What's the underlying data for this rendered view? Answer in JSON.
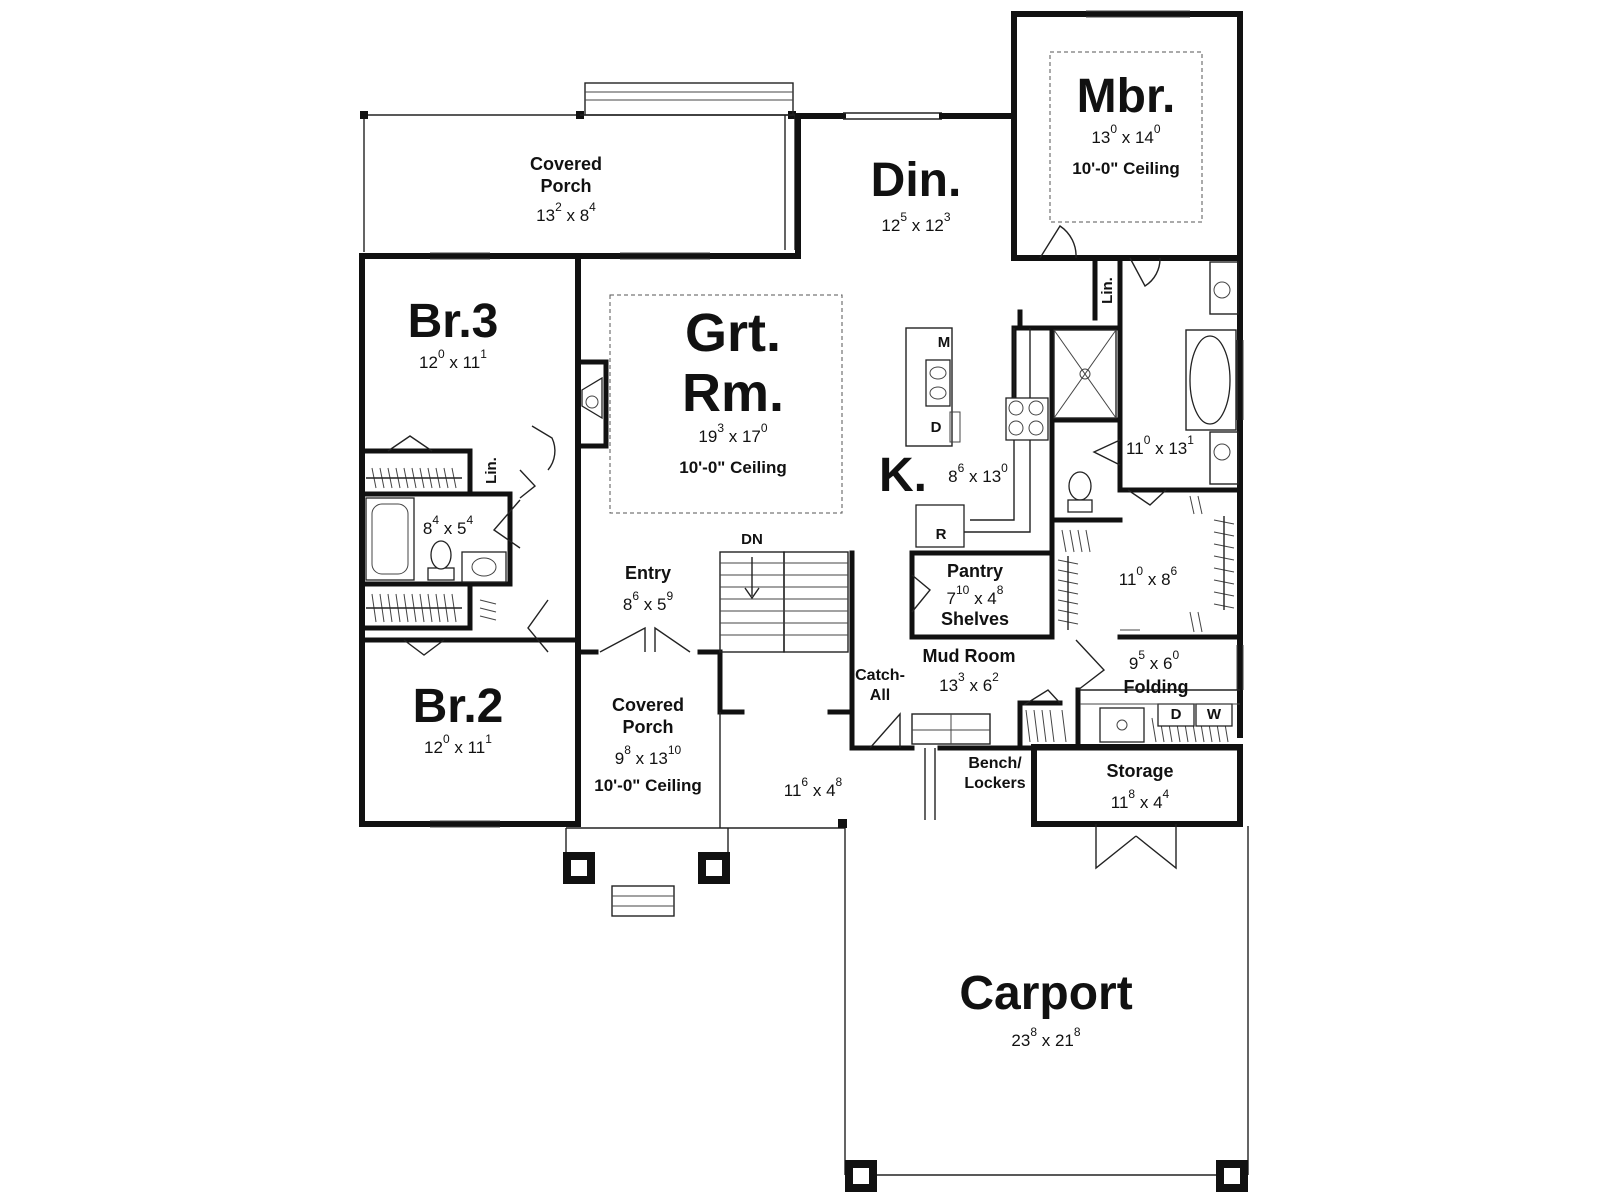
{
  "rooms": {
    "covered_porch_rear": {
      "name_line1": "Covered",
      "name_line2": "Porch",
      "w": "13",
      "w_in": "2",
      "d": "8",
      "d_in": "4"
    },
    "din": {
      "name": "Din.",
      "w": "12",
      "w_in": "5",
      "d": "12",
      "d_in": "3"
    },
    "mbr": {
      "name": "Mbr.",
      "w": "13",
      "w_in": "0",
      "d": "14",
      "d_in": "0",
      "ceiling": "10'-0\" Ceiling"
    },
    "br3": {
      "name": "Br.3",
      "w": "12",
      "w_in": "0",
      "d": "11",
      "d_in": "1"
    },
    "grt_rm": {
      "name_line1": "Grt.",
      "name_line2": "Rm.",
      "w": "19",
      "w_in": "3",
      "d": "17",
      "d_in": "0",
      "ceiling": "10'-0\" Ceiling"
    },
    "kitchen": {
      "name": "K.",
      "w": "8",
      "w_in": "6",
      "d": "13",
      "d_in": "0"
    },
    "master_bath": {
      "w": "11",
      "w_in": "0",
      "d": "13",
      "d_in": "1"
    },
    "hall_bath": {
      "w": "8",
      "w_in": "4",
      "d": "5",
      "d_in": "4"
    },
    "walk_in_closet": {
      "w": "11",
      "w_in": "0",
      "d": "8",
      "d_in": "6"
    },
    "pantry": {
      "name": "Pantry",
      "w": "7",
      "w_in": "10",
      "d": "4",
      "d_in": "8",
      "note": "Shelves"
    },
    "entry": {
      "name": "Entry",
      "w": "8",
      "w_in": "6",
      "d": "5",
      "d_in": "9"
    },
    "br2": {
      "name": "Br.2",
      "w": "12",
      "w_in": "0",
      "d": "11",
      "d_in": "1"
    },
    "covered_porch_front": {
      "name_line1": "Covered",
      "name_line2": "Porch",
      "w": "9",
      "w_in": "8",
      "d": "13",
      "d_in": "10",
      "ceiling": "10'-0\" Ceiling"
    },
    "mud_room": {
      "name": "Mud Room",
      "w": "13",
      "w_in": "3",
      "d": "6",
      "d_in": "2"
    },
    "laundry": {
      "name": "Folding",
      "w": "9",
      "w_in": "5",
      "d": "6",
      "d_in": "0"
    },
    "front_stoop": {
      "w": "11",
      "w_in": "6",
      "d": "4",
      "d_in": "8"
    },
    "storage": {
      "name": "Storage",
      "w": "11",
      "w_in": "8",
      "d": "4",
      "d_in": "4"
    },
    "carport": {
      "name": "Carport",
      "w": "23",
      "w_in": "8",
      "d": "21",
      "d_in": "8"
    }
  },
  "labels": {
    "catch_all_line1": "Catch-",
    "catch_all_line2": "All",
    "bench_line1": "Bench/",
    "bench_line2": "Lockers",
    "stair_dn": "DN",
    "lin_master": "Lin.",
    "lin_hall": "Lin."
  },
  "appliances": {
    "microwave": "M",
    "dishwasher": "D",
    "refrigerator": "R",
    "dryer": "D",
    "washer": "W"
  }
}
